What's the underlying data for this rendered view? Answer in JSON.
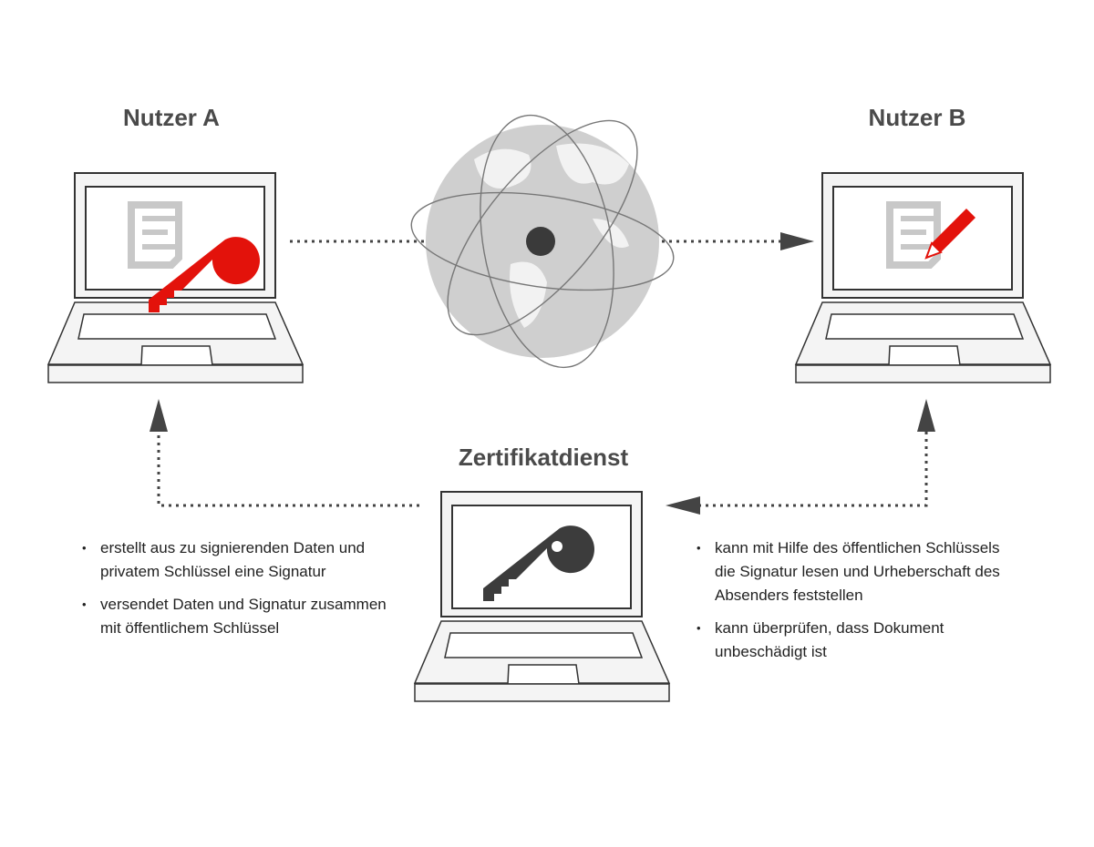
{
  "user_a": {
    "title": "Nutzer A",
    "icon": "document-key-icon",
    "key_color": "#e3120b"
  },
  "user_b": {
    "title": "Nutzer B",
    "icon": "document-pen-icon",
    "pen_color": "#e3120b"
  },
  "cert_service": {
    "title": "Zertifikatdienst",
    "icon": "key-icon",
    "key_color": "#3c3c3c"
  },
  "left_notes": [
    "erstellt aus zu signierenden Daten und privatem Schlüssel eine Signatur",
    "versendet Daten und Signatur zusammen mit öffentlichem Schlüssel"
  ],
  "right_notes": [
    "kann mit Hilfe des öffentlichen Schlüssels die Signatur lesen und Urheberschaft des Absenders feststellen",
    "kann überprüfen, dass Dokument unbeschädigt ist"
  ]
}
